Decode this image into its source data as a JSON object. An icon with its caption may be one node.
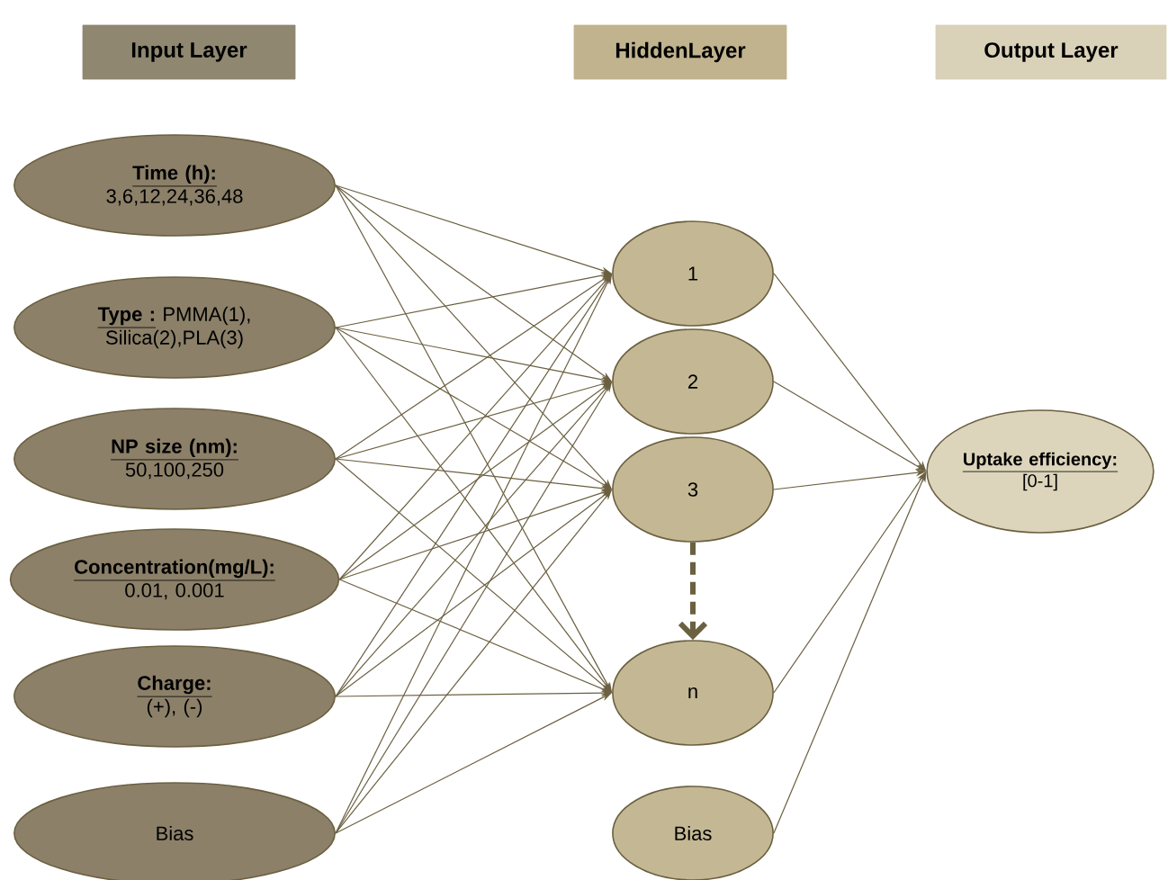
{
  "diagram": {
    "nodes": [
      {
        "text": [
          "Input Layer"
        ]
      },
      {
        "text": [
          "HiddenLayer"
        ]
      },
      {
        "text": [
          "Output Layer"
        ]
      },
      {
        "text": [
          "Time (h):",
          "3,6,12,24,36,48"
        ]
      },
      {
        "text": [
          "Type :",
          "PMMA(1), Silica(2),PLA(3)"
        ]
      },
      {
        "text": [
          "NP size (nm):",
          "50,100,250"
        ]
      },
      {
        "text": [
          "Concentration(mg/L):",
          "0.01, 0.001"
        ]
      },
      {
        "text": [
          "Charge:",
          "(+), (-)"
        ]
      },
      {
        "text": [
          "Bias"
        ]
      },
      {
        "text": [
          "1"
        ]
      },
      {
        "text": [
          "2"
        ]
      },
      {
        "text": [
          "3"
        ]
      },
      {
        "text": [
          "n"
        ]
      },
      {
        "text": [
          "Bias"
        ]
      },
      {
        "text": [
          "Uptake efficiency:",
          "[0-1]"
        ]
      }
    ],
    "edges": [
      {
        "from": 3,
        "to": 9,
        "arrow": "to"
      },
      {
        "from": 3,
        "to": 10,
        "arrow": "to"
      },
      {
        "from": 3,
        "to": 11,
        "arrow": "to"
      },
      {
        "from": 3,
        "to": 12,
        "arrow": "to"
      },
      {
        "from": 4,
        "to": 9,
        "arrow": "to"
      },
      {
        "from": 4,
        "to": 10,
        "arrow": "to"
      },
      {
        "from": 4,
        "to": 11,
        "arrow": "to"
      },
      {
        "from": 4,
        "to": 12,
        "arrow": "to"
      },
      {
        "from": 5,
        "to": 9,
        "arrow": "to"
      },
      {
        "from": 5,
        "to": 10,
        "arrow": "to"
      },
      {
        "from": 5,
        "to": 11,
        "arrow": "to"
      },
      {
        "from": 5,
        "to": 12,
        "arrow": "to"
      },
      {
        "from": 6,
        "to": 9,
        "arrow": "to"
      },
      {
        "from": 6,
        "to": 10,
        "arrow": "to"
      },
      {
        "from": 6,
        "to": 11,
        "arrow": "to"
      },
      {
        "from": 6,
        "to": 12,
        "arrow": "to"
      },
      {
        "from": 7,
        "to": 9,
        "arrow": "to"
      },
      {
        "from": 7,
        "to": 10,
        "arrow": "to"
      },
      {
        "from": 7,
        "to": 11,
        "arrow": "to"
      },
      {
        "from": 7,
        "to": 12,
        "arrow": "to"
      },
      {
        "from": 8,
        "to": 9,
        "arrow": "to"
      },
      {
        "from": 8,
        "to": 10,
        "arrow": "to"
      },
      {
        "from": 8,
        "to": 11,
        "arrow": "to"
      },
      {
        "from": 8,
        "to": 12,
        "arrow": "to"
      },
      {
        "from": 9,
        "to": 14,
        "arrow": "to"
      },
      {
        "from": 10,
        "to": 14,
        "arrow": "to"
      },
      {
        "from": 11,
        "to": 14,
        "arrow": "to"
      },
      {
        "from": 12,
        "to": 14,
        "arrow": "to"
      },
      {
        "from": 13,
        "to": 14,
        "arrow": "to"
      },
      {
        "from": 11,
        "to": 12,
        "arrow": "to",
        "style": "dashed"
      }
    ]
  }
}
